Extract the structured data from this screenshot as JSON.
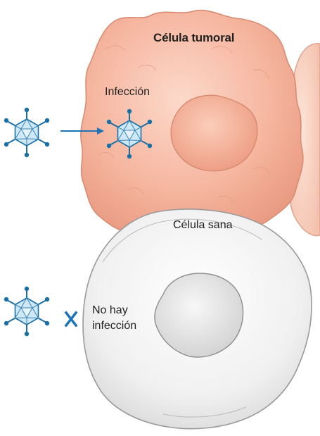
{
  "labels": {
    "tumor_cell": "Célula tumoral",
    "infection": "Infección",
    "healthy_cell": "Célula sana",
    "no_infection_line1": "No hay",
    "no_infection_line2": "infección"
  },
  "symbols": {
    "arrow": "arrow-icon",
    "blocked": "x-mark-icon",
    "virus": "virus-icon"
  },
  "colors": {
    "tumor_fill": "#f6b7a1",
    "tumor_outline": "#d98b73",
    "healthy_fill": "#efefef",
    "healthy_outline": "#9a9a9a",
    "virus_fill": "#bfe0f2",
    "virus_outline": "#1a6fa5",
    "accent_blue": "#1e74b8",
    "text": "#222222"
  }
}
